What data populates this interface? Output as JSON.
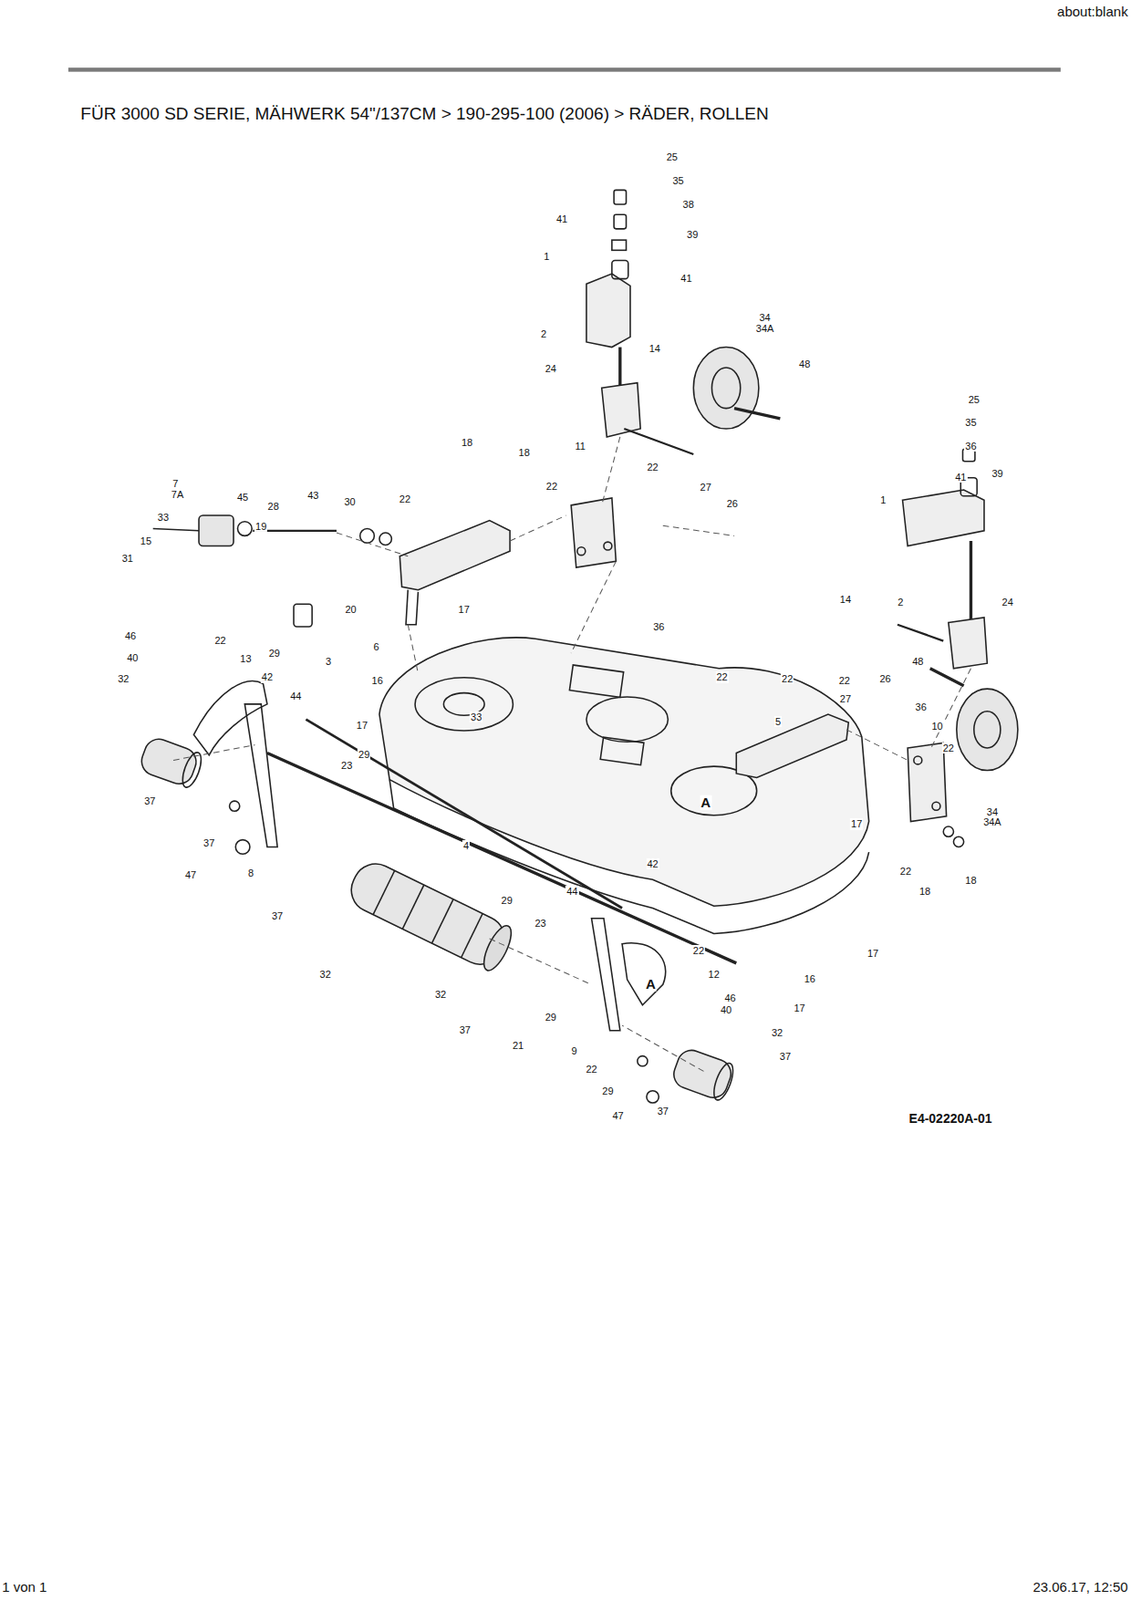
{
  "diagram": {
    "title": "FÜR 3000 SD SERIE, MÄHWERK 54\"/137CM > 190-295-100 (2006) > RÄDER, ROLLEN",
    "labels": [
      "about:blank",
      "1 von 1",
      "23.06.17, 12:50",
      "E4-02220A-01",
      "25",
      "35",
      "38",
      "41",
      "39",
      "1",
      "41",
      "34",
      "34A",
      "2",
      "14",
      "48",
      "24",
      "18",
      "18",
      "11",
      "22",
      "22",
      "27",
      "26",
      "7",
      "7A",
      "45",
      "28",
      "43",
      "30",
      "22",
      "33",
      "19",
      "15",
      "31",
      "20",
      "6",
      "17",
      "36",
      "29",
      "3",
      "46",
      "22",
      "13",
      "40",
      "32",
      "42",
      "44",
      "16",
      "33",
      "17",
      "23",
      "29",
      "37",
      "37",
      "47",
      "8",
      "4",
      "42",
      "44",
      "37",
      "29",
      "23",
      "22",
      "32",
      "32",
      "12",
      "A",
      "16",
      "17",
      "46",
      "40",
      "37",
      "21",
      "29",
      "9",
      "22",
      "29",
      "32",
      "37",
      "37",
      "47",
      "A",
      "22",
      "22",
      "22",
      "5",
      "25",
      "35",
      "36",
      "41",
      "39",
      "1",
      "14",
      "2",
      "24",
      "48",
      "26",
      "27",
      "36",
      "10",
      "22",
      "34",
      "34A",
      "17",
      "22",
      "18",
      "18",
      "17"
    ]
  }
}
